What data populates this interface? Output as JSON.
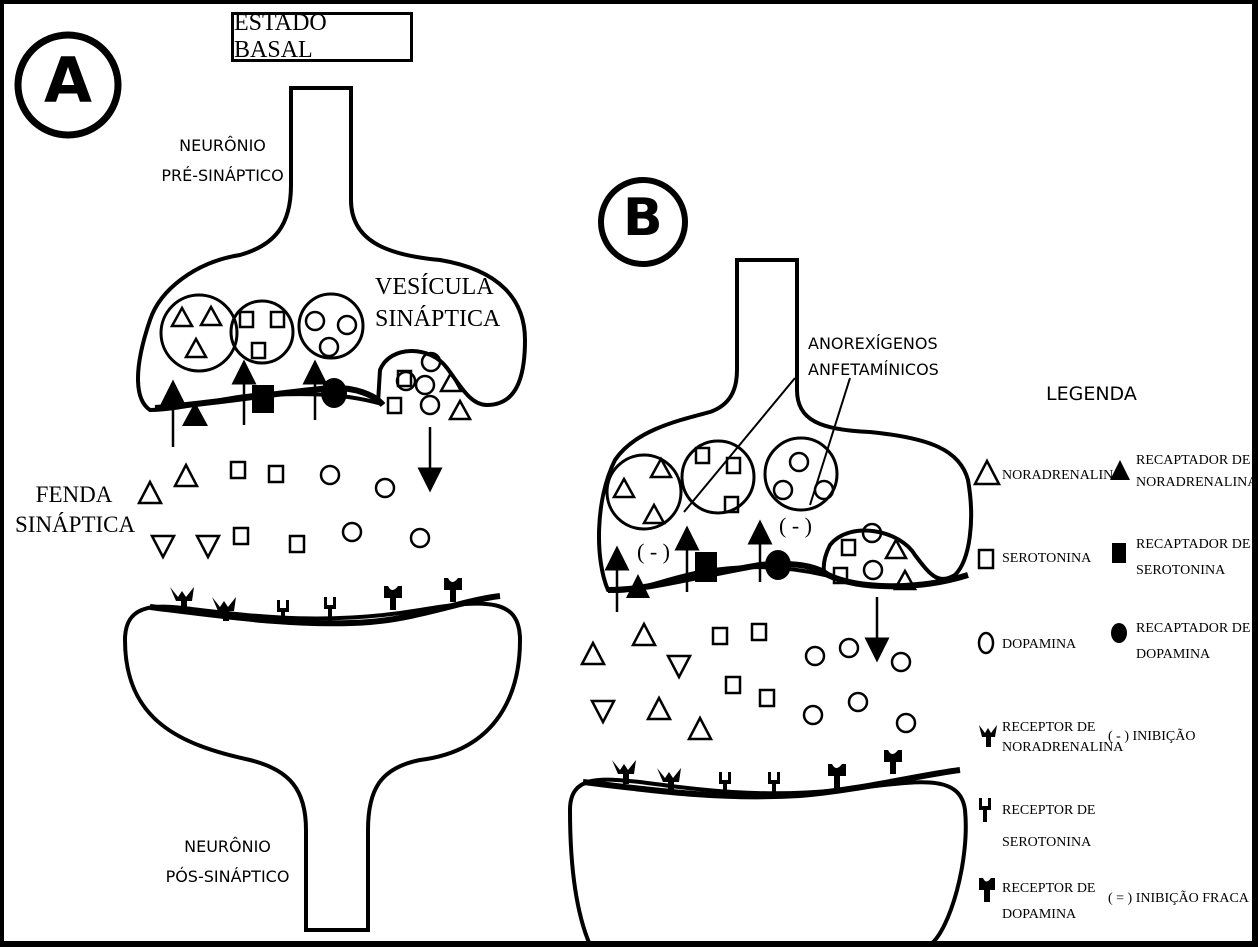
{
  "panel_a": {
    "letter": "A",
    "title": "ESTADO BASAL",
    "pre_synaptic_line1": "NEURÔNIO",
    "pre_synaptic_line2": "PRÉ-SINÁPTICO",
    "vesicle_line1": "VESÍCULA",
    "vesicle_line2": "SINÁPTICA",
    "cleft_line1": "FENDA",
    "cleft_line2": "SINÁPTICA",
    "post_synaptic_line1": "NEURÔNIO",
    "post_synaptic_line2": "PÓS-SINÁPTICO"
  },
  "panel_b": {
    "letter": "B",
    "drug_line1": "ANOREXÍGENOS",
    "drug_line2": "ANFETAMÍNICOS",
    "inhibition_mark_1": "( - )",
    "inhibition_mark_2": "( - )"
  },
  "legend": {
    "title": "LEGENDA",
    "noradrenaline": "NORADRENALINA",
    "noradrenaline_reuptake_1": "RECAPTADOR DE",
    "noradrenaline_reuptake_2": "NORADRENALINA",
    "serotonin": "SEROTONINA",
    "serotonin_reuptake_1": "RECAPTADOR DE",
    "serotonin_reuptake_2": "SEROTONINA",
    "dopamine": "DOPAMINA",
    "dopamine_reuptake_1": "RECAPTADOR DE",
    "dopamine_reuptake_2": "DOPAMINA",
    "receptor_na_1": "RECEPTOR DE",
    "receptor_na_2": "NORADRENALINA",
    "inhibition": "( - ) INIBIÇÃO",
    "receptor_5ht_1": "RECEPTOR DE",
    "receptor_5ht_2": "SEROTONINA",
    "receptor_da_1": "RECEPTOR DE",
    "receptor_da_2": "DOPAMINA",
    "weak_inhibition": "( = ) INIBIÇÃO FRACA"
  }
}
